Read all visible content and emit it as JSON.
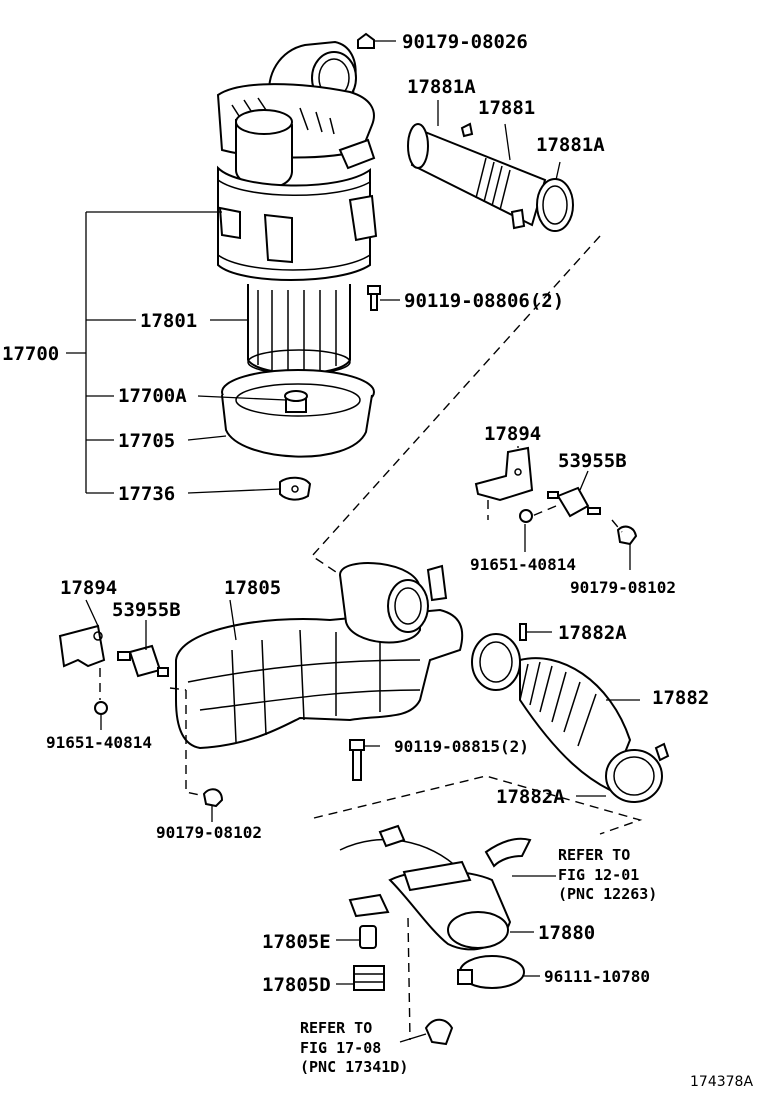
{
  "labels": {
    "p90179_08026": "90179-08026",
    "p17881A_top": "17881A",
    "p17881": "17881",
    "p17881A_right": "17881A",
    "p90119_08806": "90119-08806(2)",
    "p17700": "17700",
    "p17801": "17801",
    "p17700A": "17700A",
    "p17705": "17705",
    "p17736": "17736",
    "p17894_right": "17894",
    "p53955B_right": "53955B",
    "p91651_right": "91651-40814",
    "p90179_08102_right": "90179-08102",
    "p17894_left": "17894",
    "p53955B_left": "53955B",
    "p17805": "17805",
    "p17882A_top": "17882A",
    "p17882": "17882",
    "p91651_left": "91651-40814",
    "p90119_08815": "90119-08815(2)",
    "p17882A_bottom": "17882A",
    "p90179_08102_left": "90179-08102",
    "p17880": "17880",
    "p17805E": "17805E",
    "p17805D": "17805D",
    "p96111_10780": "96111-10780"
  },
  "refs": {
    "r1_line1": "REFER TO",
    "r1_line2": "FIG 12-01",
    "r1_line3": "(PNC 12263)",
    "r2_line1": "REFER TO",
    "r2_line2": "FIG 17-08",
    "r2_line3": "(PNC 17341D)"
  },
  "figure_code": "174378A"
}
